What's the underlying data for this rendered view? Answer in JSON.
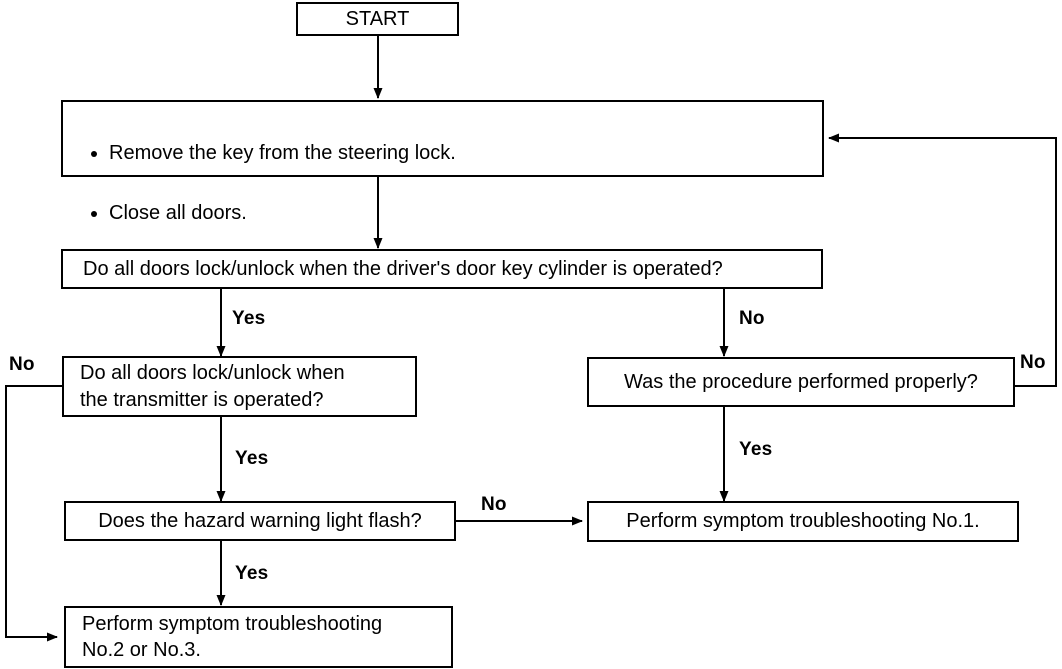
{
  "diagram": {
    "title": "Door lock / keyless entry diagnostic flowchart",
    "line_color": "#000000",
    "background_color": "#ffffff",
    "nodes": {
      "start": {
        "label": "START"
      },
      "prepare": {
        "bullet_1": "Remove the key from the steering lock.",
        "bullet_2": "Close all doors."
      },
      "key_cylinder_question": {
        "label": "Do all doors lock/unlock when the driver's door key cylinder is operated?"
      },
      "transmitter_question": {
        "line_1": "Do all doors lock/unlock when",
        "line_2": "the transmitter is operated?"
      },
      "procedure_question": {
        "label": "Was the procedure performed properly?"
      },
      "hazard_question": {
        "label": "Does the hazard warning light flash?"
      },
      "troubleshooting_1": {
        "label": "Perform symptom troubleshooting No.1."
      },
      "troubleshooting_23": {
        "line_1": "Perform symptom troubleshooting",
        "line_2": "No.2 or No.3."
      }
    },
    "edge_labels": {
      "key_cylinder_yes": "Yes",
      "key_cylinder_no": "No",
      "transmitter_no": "No",
      "transmitter_yes": "Yes",
      "procedure_yes": "Yes",
      "procedure_no": "No",
      "hazard_no": "No",
      "hazard_yes": "Yes"
    }
  }
}
